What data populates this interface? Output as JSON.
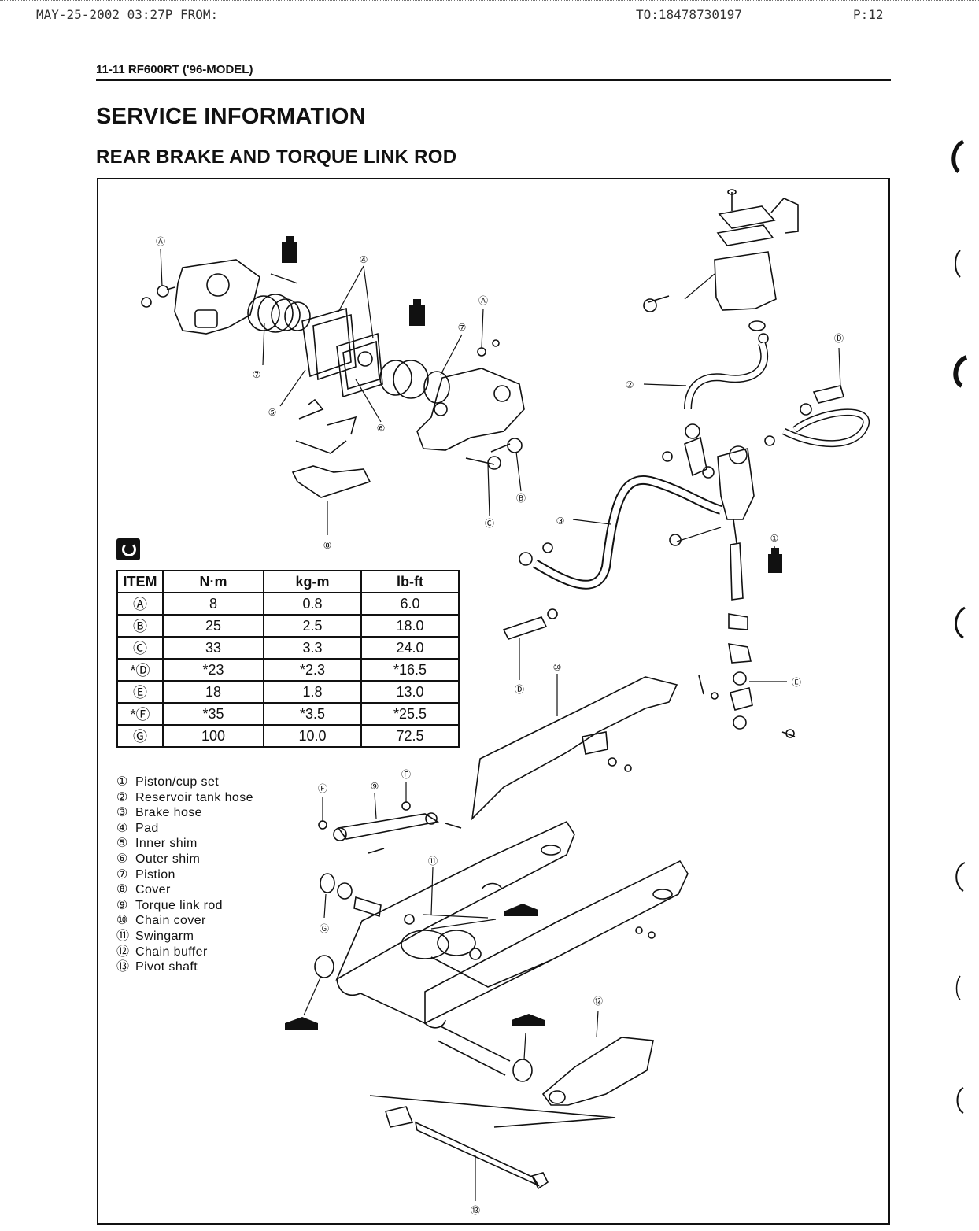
{
  "fax": {
    "left": "MAY-25-2002 03:27P FROM:",
    "center": "TO:18478730197",
    "right": "P:12"
  },
  "page_ref": "11-11 RF600RT ('96-MODEL)",
  "title": "SERVICE INFORMATION",
  "subtitle": "REAR BRAKE AND TORQUE LINK ROD",
  "torque_table": {
    "headers": [
      "ITEM",
      "N·m",
      "kg-m",
      "lb-ft"
    ],
    "rows": [
      [
        "Ⓐ",
        "8",
        "0.8",
        "6.0"
      ],
      [
        "Ⓑ",
        "25",
        "2.5",
        "18.0"
      ],
      [
        "Ⓒ",
        "33",
        "3.3",
        "24.0"
      ],
      [
        "*Ⓓ",
        "*23",
        "*2.3",
        "*16.5"
      ],
      [
        "Ⓔ",
        "18",
        "1.8",
        "13.0"
      ],
      [
        "*Ⓕ",
        "*35",
        "*3.5",
        "*25.5"
      ],
      [
        "Ⓖ",
        "100",
        "10.0",
        "72.5"
      ]
    ]
  },
  "legend": [
    {
      "num": "①",
      "label": "Piston/cup set"
    },
    {
      "num": "②",
      "label": "Reservoir tank hose"
    },
    {
      "num": "③",
      "label": "Brake hose"
    },
    {
      "num": "④",
      "label": "Pad"
    },
    {
      "num": "⑤",
      "label": "Inner shim"
    },
    {
      "num": "⑥",
      "label": "Outer shim"
    },
    {
      "num": "⑦",
      "label": "Pistion"
    },
    {
      "num": "⑧",
      "label": "Cover"
    },
    {
      "num": "⑨",
      "label": "Torque link rod"
    },
    {
      "num": "⑩",
      "label": "Chain cover"
    },
    {
      "num": "⑪",
      "label": "Swingarm"
    },
    {
      "num": "⑫",
      "label": "Chain buffer"
    },
    {
      "num": "⑬",
      "label": "Pivot shaft"
    }
  ],
  "callouts": {
    "n1": "①",
    "n2": "②",
    "n3": "③",
    "n4": "④",
    "n5": "⑤",
    "n6": "⑥",
    "n7": "⑦",
    "n8": "⑧",
    "n9": "⑨",
    "n10": "⑩",
    "n11": "⑪",
    "n12": "⑫",
    "n13": "⑬",
    "A": "Ⓐ",
    "B": "Ⓑ",
    "C": "Ⓒ",
    "D": "Ⓓ",
    "E": "Ⓔ",
    "F": "Ⓕ",
    "G": "Ⓖ"
  },
  "icons": {
    "torque": "torque-wrench-icon",
    "brake_fluid": "brake-fluid-icon",
    "grease": "grease-icon"
  }
}
